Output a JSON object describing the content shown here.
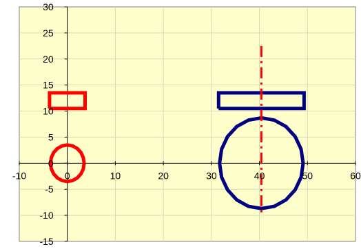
{
  "chart_data": {
    "type": "scatter",
    "title": "",
    "xlabel": "",
    "ylabel": "",
    "xlim": [
      -10,
      60
    ],
    "ylim": [
      -15,
      30
    ],
    "x_ticks": [
      -10,
      0,
      10,
      20,
      30,
      40,
      50,
      60
    ],
    "y_ticks": [
      -15,
      -10,
      -5,
      0,
      5,
      10,
      15,
      20,
      25,
      30
    ],
    "x_tick_labels": [
      "-10",
      "0",
      "10",
      "20",
      "30",
      "40",
      "50",
      "60"
    ],
    "y_tick_labels": [
      "-15",
      "-10",
      "-5",
      "0",
      "5",
      "10",
      "15",
      "20",
      "25",
      "30"
    ],
    "grid": true,
    "legend": "none",
    "colors": {
      "plot_background": "#ffffcc",
      "gridline": "#d9d9b8",
      "axis": "#000000",
      "red": "#ff0000",
      "navy": "#000080"
    },
    "series": [
      {
        "id": "small-circle",
        "kind": "circle",
        "color": "#ff0000",
        "center": [
          0,
          0
        ],
        "radius": 3.5,
        "segments": 20
      },
      {
        "id": "small-rectangle",
        "kind": "polyline",
        "color": "#ff0000",
        "points": [
          [
            -3.7,
            10.5
          ],
          [
            3.7,
            10.5
          ],
          [
            3.7,
            13.5
          ],
          [
            -3.7,
            13.5
          ],
          [
            -3.7,
            10.5
          ]
        ]
      },
      {
        "id": "large-rectangle",
        "kind": "polyline",
        "color": "#000080",
        "points": [
          [
            31.5,
            10.5
          ],
          [
            49.3,
            10.5
          ],
          [
            49.3,
            13.5
          ],
          [
            31.5,
            13.5
          ],
          [
            31.5,
            10.5
          ]
        ]
      },
      {
        "id": "large-circle",
        "kind": "circle",
        "color": "#000080",
        "center": [
          40.4,
          0
        ],
        "radius": 8.7,
        "segments": 20
      },
      {
        "id": "centerline",
        "kind": "dashdot",
        "color": "#ff0000",
        "x": 40.4,
        "y_range": [
          -9.5,
          22.5
        ]
      }
    ]
  }
}
